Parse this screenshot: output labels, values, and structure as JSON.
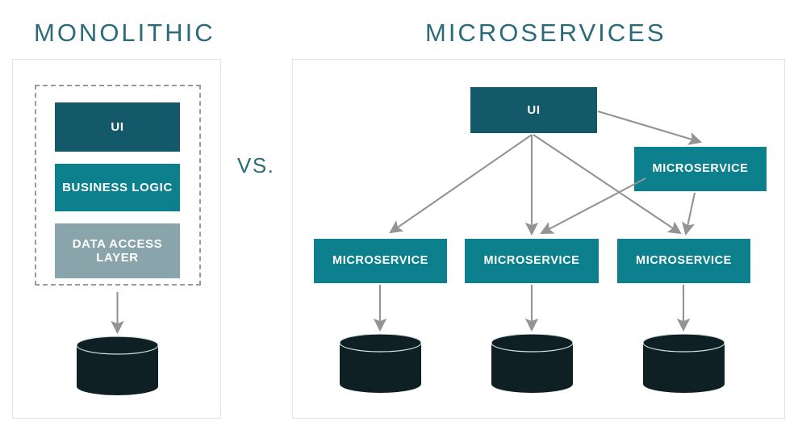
{
  "diagram": {
    "type": "architecture-comparison",
    "comparator_label": "VS.",
    "colors": {
      "title": "#2b6b79",
      "box_dark_teal": "#14596a",
      "box_teal": "#0c808c",
      "box_slate": "#8aa4ac",
      "database": "#0e2024",
      "arrow": "#939393",
      "panel_border": "#e3e3e3",
      "dashed_border": "#9a9a9a"
    },
    "panels": [
      {
        "id": "monolithic",
        "title": "MONOLITHIC",
        "layers": [
          {
            "id": "mono-ui",
            "label": "UI",
            "color": "#14596a"
          },
          {
            "id": "mono-business",
            "label": "BUSINESS LOGIC",
            "color": "#0c808c"
          },
          {
            "id": "mono-data",
            "label": "DATA ACCESS LAYER",
            "color": "#8aa4ac"
          }
        ],
        "databases": [
          {
            "id": "db-mono",
            "label": ""
          }
        ]
      },
      {
        "id": "microservices",
        "title": "MICROSERVICES",
        "nodes": [
          {
            "id": "ms-ui",
            "label": "UI",
            "color": "#14596a"
          },
          {
            "id": "ms-right",
            "label": "MICROSERVICE",
            "color": "#0c808c"
          },
          {
            "id": "ms-a",
            "label": "MICROSERVICE",
            "color": "#0c808c"
          },
          {
            "id": "ms-b",
            "label": "MICROSERVICE",
            "color": "#0c808c"
          },
          {
            "id": "ms-c",
            "label": "MICROSERVICE",
            "color": "#0c808c"
          }
        ],
        "databases": [
          {
            "id": "db-a",
            "label": ""
          },
          {
            "id": "db-b",
            "label": ""
          },
          {
            "id": "db-c",
            "label": ""
          }
        ],
        "edges": [
          {
            "from": "ms-ui",
            "to": "ms-right"
          },
          {
            "from": "ms-ui",
            "to": "ms-a"
          },
          {
            "from": "ms-ui",
            "to": "ms-b"
          },
          {
            "from": "ms-ui",
            "to": "ms-c"
          },
          {
            "from": "ms-right",
            "to": "ms-b"
          },
          {
            "from": "ms-right",
            "to": "ms-c"
          },
          {
            "from": "ms-a",
            "to": "db-a"
          },
          {
            "from": "ms-b",
            "to": "db-b"
          },
          {
            "from": "ms-c",
            "to": "db-c"
          }
        ]
      }
    ],
    "mono_edges": [
      {
        "from": "mono-data",
        "to": "db-mono"
      }
    ]
  }
}
